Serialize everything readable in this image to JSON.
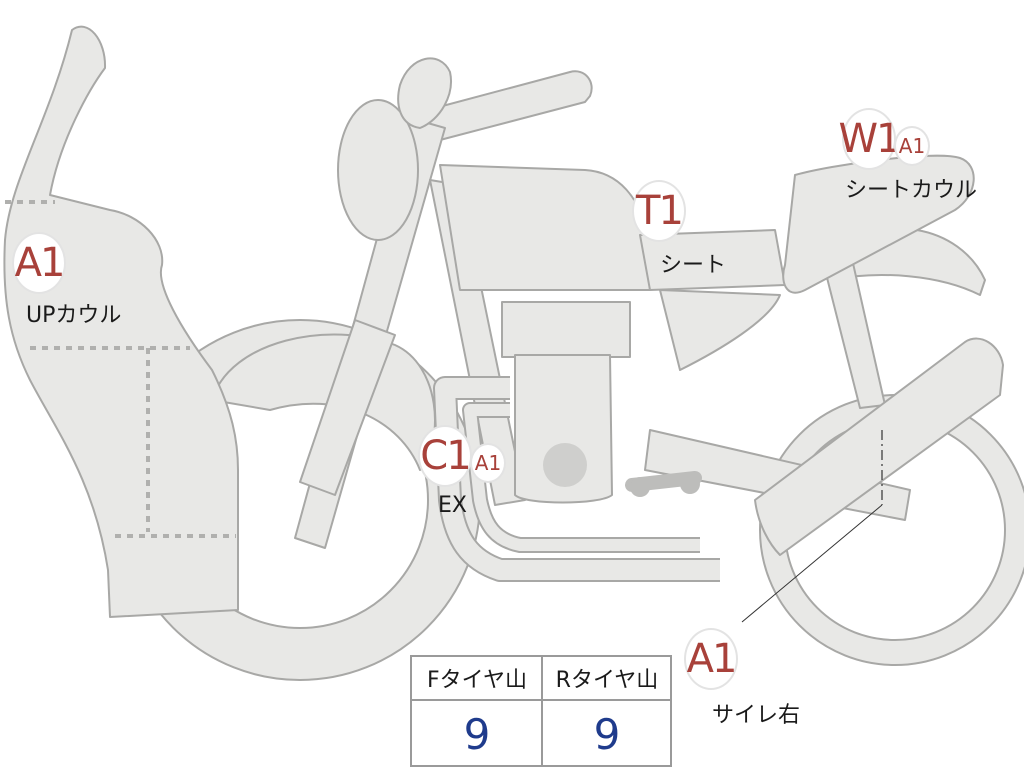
{
  "diagram": {
    "points": [
      {
        "id": "up-cowl",
        "codes": [
          "A1"
        ],
        "label": "UPカウル"
      },
      {
        "id": "exhaust",
        "codes": [
          "C1",
          "A1"
        ],
        "label": "EX"
      },
      {
        "id": "seat",
        "codes": [
          "T1"
        ],
        "label": "シート"
      },
      {
        "id": "seat-cowl",
        "codes": [
          "W1",
          "A1"
        ],
        "label": "シートカウル"
      },
      {
        "id": "muffler",
        "codes": [
          "A1"
        ],
        "label": "サイレ右"
      }
    ],
    "colors": {
      "code": "#a8413a",
      "value": "#1f3b8c",
      "part_fill": "#e8e8e6"
    }
  },
  "tire_table": {
    "headers": [
      "Fタイヤ山",
      "Rタイヤ山"
    ],
    "values": [
      "9",
      "9"
    ]
  }
}
